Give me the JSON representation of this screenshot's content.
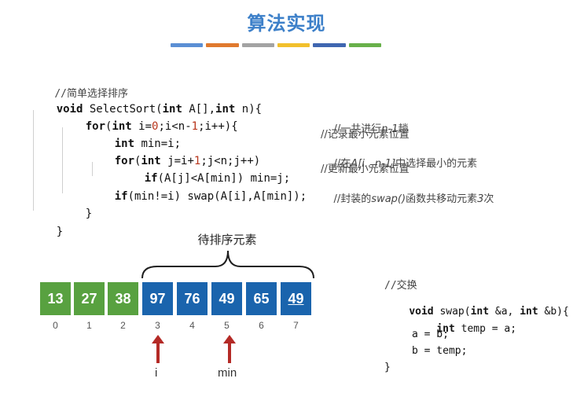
{
  "slide": {
    "title": "算法实现"
  },
  "colors": {
    "title": "#3d80c9",
    "stripe": [
      "#5b8fd4",
      "#e0792e",
      "#a3a3a3",
      "#f2c02c",
      "#3f66b0",
      "#68b04a"
    ],
    "sorted": "#58a140",
    "unsorted": "#1a64ad",
    "arrow": "#b42a26"
  },
  "code": {
    "l0": "//简单选择排序",
    "l1_kw1": "void",
    "l1_rest": " SelectSort(",
    "l1_kw2": "int",
    "l1_rest2": " A[],",
    "l1_kw3": "int",
    "l1_rest3": " n){",
    "l2_kw1": "for",
    "l2_a": "(",
    "l2_kw2": "int",
    "l2_b": " i=",
    "l2_n0": "0",
    "l2_c": ";i<n-",
    "l2_n1": "1",
    "l2_d": ";i++){",
    "l3_kw": "int",
    "l3_rest": " min=i;",
    "l4_kw1": "for",
    "l4_a": "(",
    "l4_kw2": "int",
    "l4_b": " j=i+",
    "l4_n1": "1",
    "l4_c": ";j<n;j++)",
    "l5_kw": "if",
    "l5_rest": "(A[j]<A[min]) min=j;",
    "l6_kw": "if",
    "l6_rest": "(min!=i) swap(A[i],A[min]);",
    "l7": "}",
    "l8": "}"
  },
  "comments": {
    "c1_a": "//一共进行",
    "c1_it": "n-1",
    "c1_b": "趟",
    "c2": "//记录最小元素位置",
    "c3_a": "//在",
    "c3_it": "A[i…n-1]",
    "c3_b": "中选择最小的元素",
    "c4": "//更新最小元素位置",
    "c5_a": "//封装的",
    "c5_it": "swap()",
    "c5_b": "函数共移动元素",
    "c5_it2": "3",
    "c5_c": "次"
  },
  "array": {
    "brace_label": "待排序元素",
    "cells": [
      {
        "value": "13",
        "state": "sorted",
        "index": "0"
      },
      {
        "value": "27",
        "state": "sorted",
        "index": "1"
      },
      {
        "value": "38",
        "state": "sorted",
        "index": "2"
      },
      {
        "value": "97",
        "state": "unsorted",
        "index": "3"
      },
      {
        "value": "76",
        "state": "unsorted",
        "index": "4"
      },
      {
        "value": "49",
        "state": "unsorted",
        "index": "5"
      },
      {
        "value": "65",
        "state": "unsorted",
        "index": "6"
      },
      {
        "value": "49",
        "state": "unsorted",
        "index": "7"
      }
    ],
    "pointer_i_label": "i",
    "pointer_min_label": "min"
  },
  "swap_code": {
    "l0": "//交换",
    "l1_kw1": "void",
    "l1_a": " swap(",
    "l1_kw2": "int",
    "l1_b": " &a, ",
    "l1_kw3": "int",
    "l1_c": " &b){",
    "l2_kw": "int",
    "l2_rest": " temp = a;",
    "l3": "a = b;",
    "l4": "b = temp;",
    "l5": "}"
  }
}
